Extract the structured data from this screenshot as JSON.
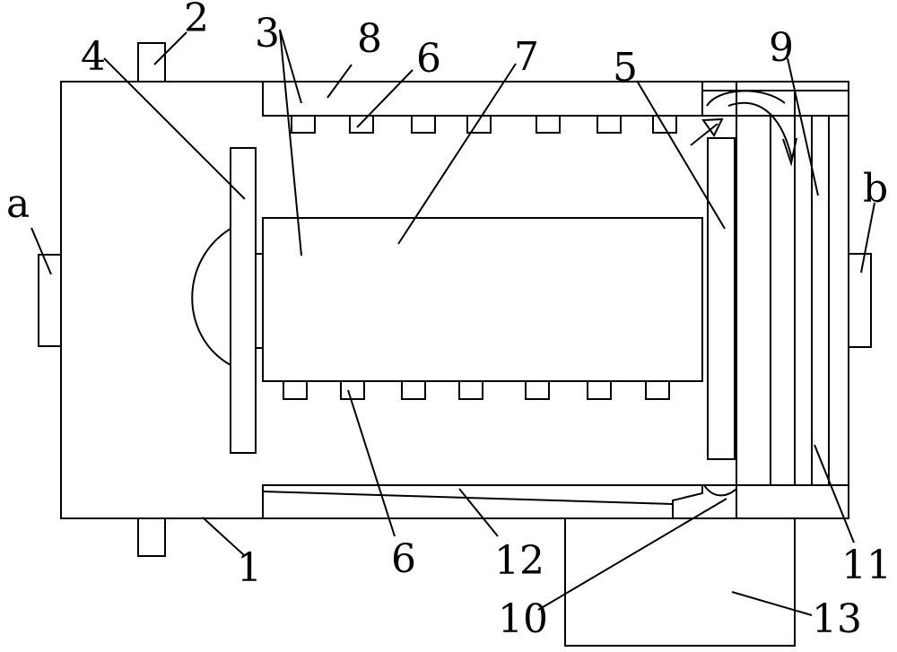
{
  "labels": {
    "l1": "1",
    "l2": "2",
    "l3": "3",
    "l4": "4",
    "l5": "5",
    "l6a": "6",
    "l6b": "6",
    "l7": "7",
    "l8": "8",
    "l9": "9",
    "l10": "10",
    "l11": "11",
    "l12": "12",
    "l13": "13",
    "la": "a",
    "lb": "b"
  }
}
